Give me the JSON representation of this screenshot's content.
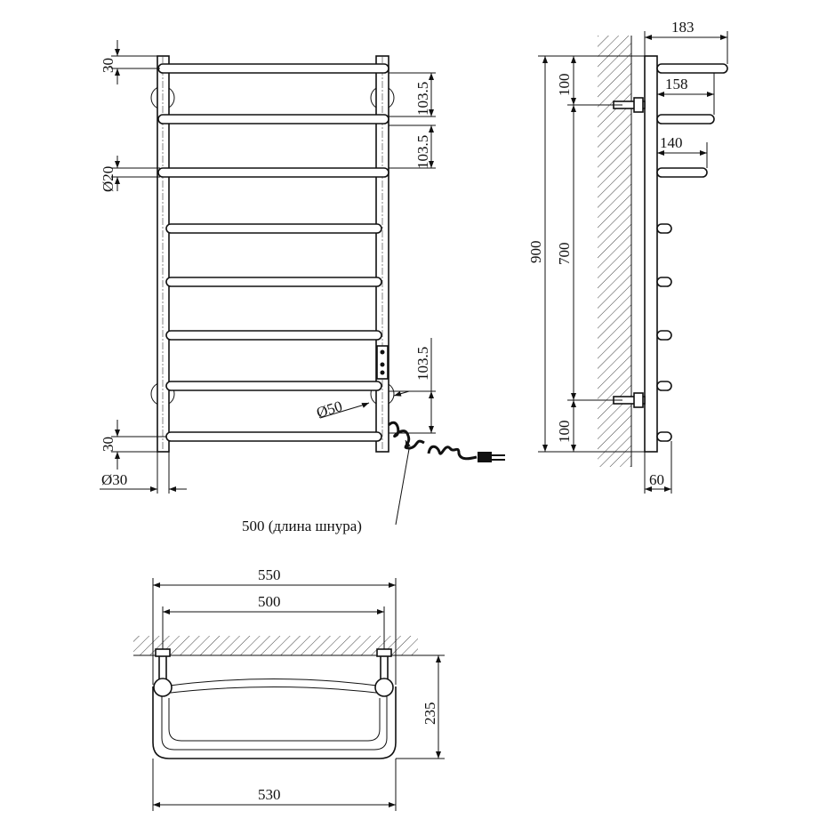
{
  "front_view": {
    "top_offset": "30",
    "spacing_1": "103.5",
    "spacing_2": "103.5",
    "bar_diameter": "Ø20",
    "spacing_3": "103.5",
    "mount_diameter": "Ø50",
    "bottom_offset": "30",
    "post_diameter": "Ø30",
    "cord_length": "500 (длина шнура)"
  },
  "side_view": {
    "depth_top": "183",
    "depth_second": "158",
    "depth_third": "140",
    "mount_top": "100",
    "total_height": "900",
    "mount_spacing": "700",
    "mount_bottom": "100",
    "depth_lower": "60"
  },
  "top_view": {
    "overall_width": "550",
    "mount_width": "500",
    "depth": "235",
    "bottom_width": "530"
  }
}
